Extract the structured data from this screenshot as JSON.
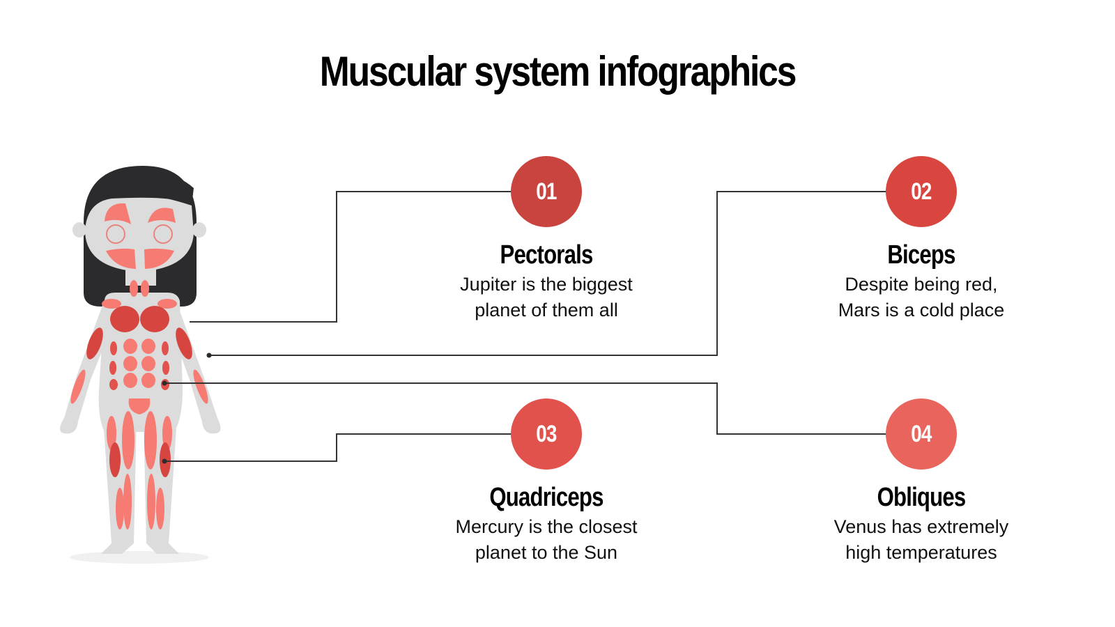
{
  "title": "Muscular system infographics",
  "colors": {
    "badge_01": "#c9443e",
    "badge_02": "#d9463f",
    "badge_03": "#e0524b",
    "badge_04": "#e8645c",
    "line": "#333333",
    "skin": "#dcdcdc",
    "hair": "#2b2b2d",
    "muscle_light": "#f57b73",
    "muscle_dark": "#d6453f"
  },
  "items": [
    {
      "number": "01",
      "heading": "Pectorals",
      "line1": "Jupiter is the biggest",
      "line2": "planet of them all"
    },
    {
      "number": "02",
      "heading": "Biceps",
      "line1": "Despite being red,",
      "line2": "Mars is a cold place"
    },
    {
      "number": "03",
      "heading": "Quadriceps",
      "line1": "Mercury is the closest",
      "line2": "planet to the Sun"
    },
    {
      "number": "04",
      "heading": "Obliques",
      "line1": "Venus has extremely",
      "line2": "high temperatures"
    }
  ]
}
